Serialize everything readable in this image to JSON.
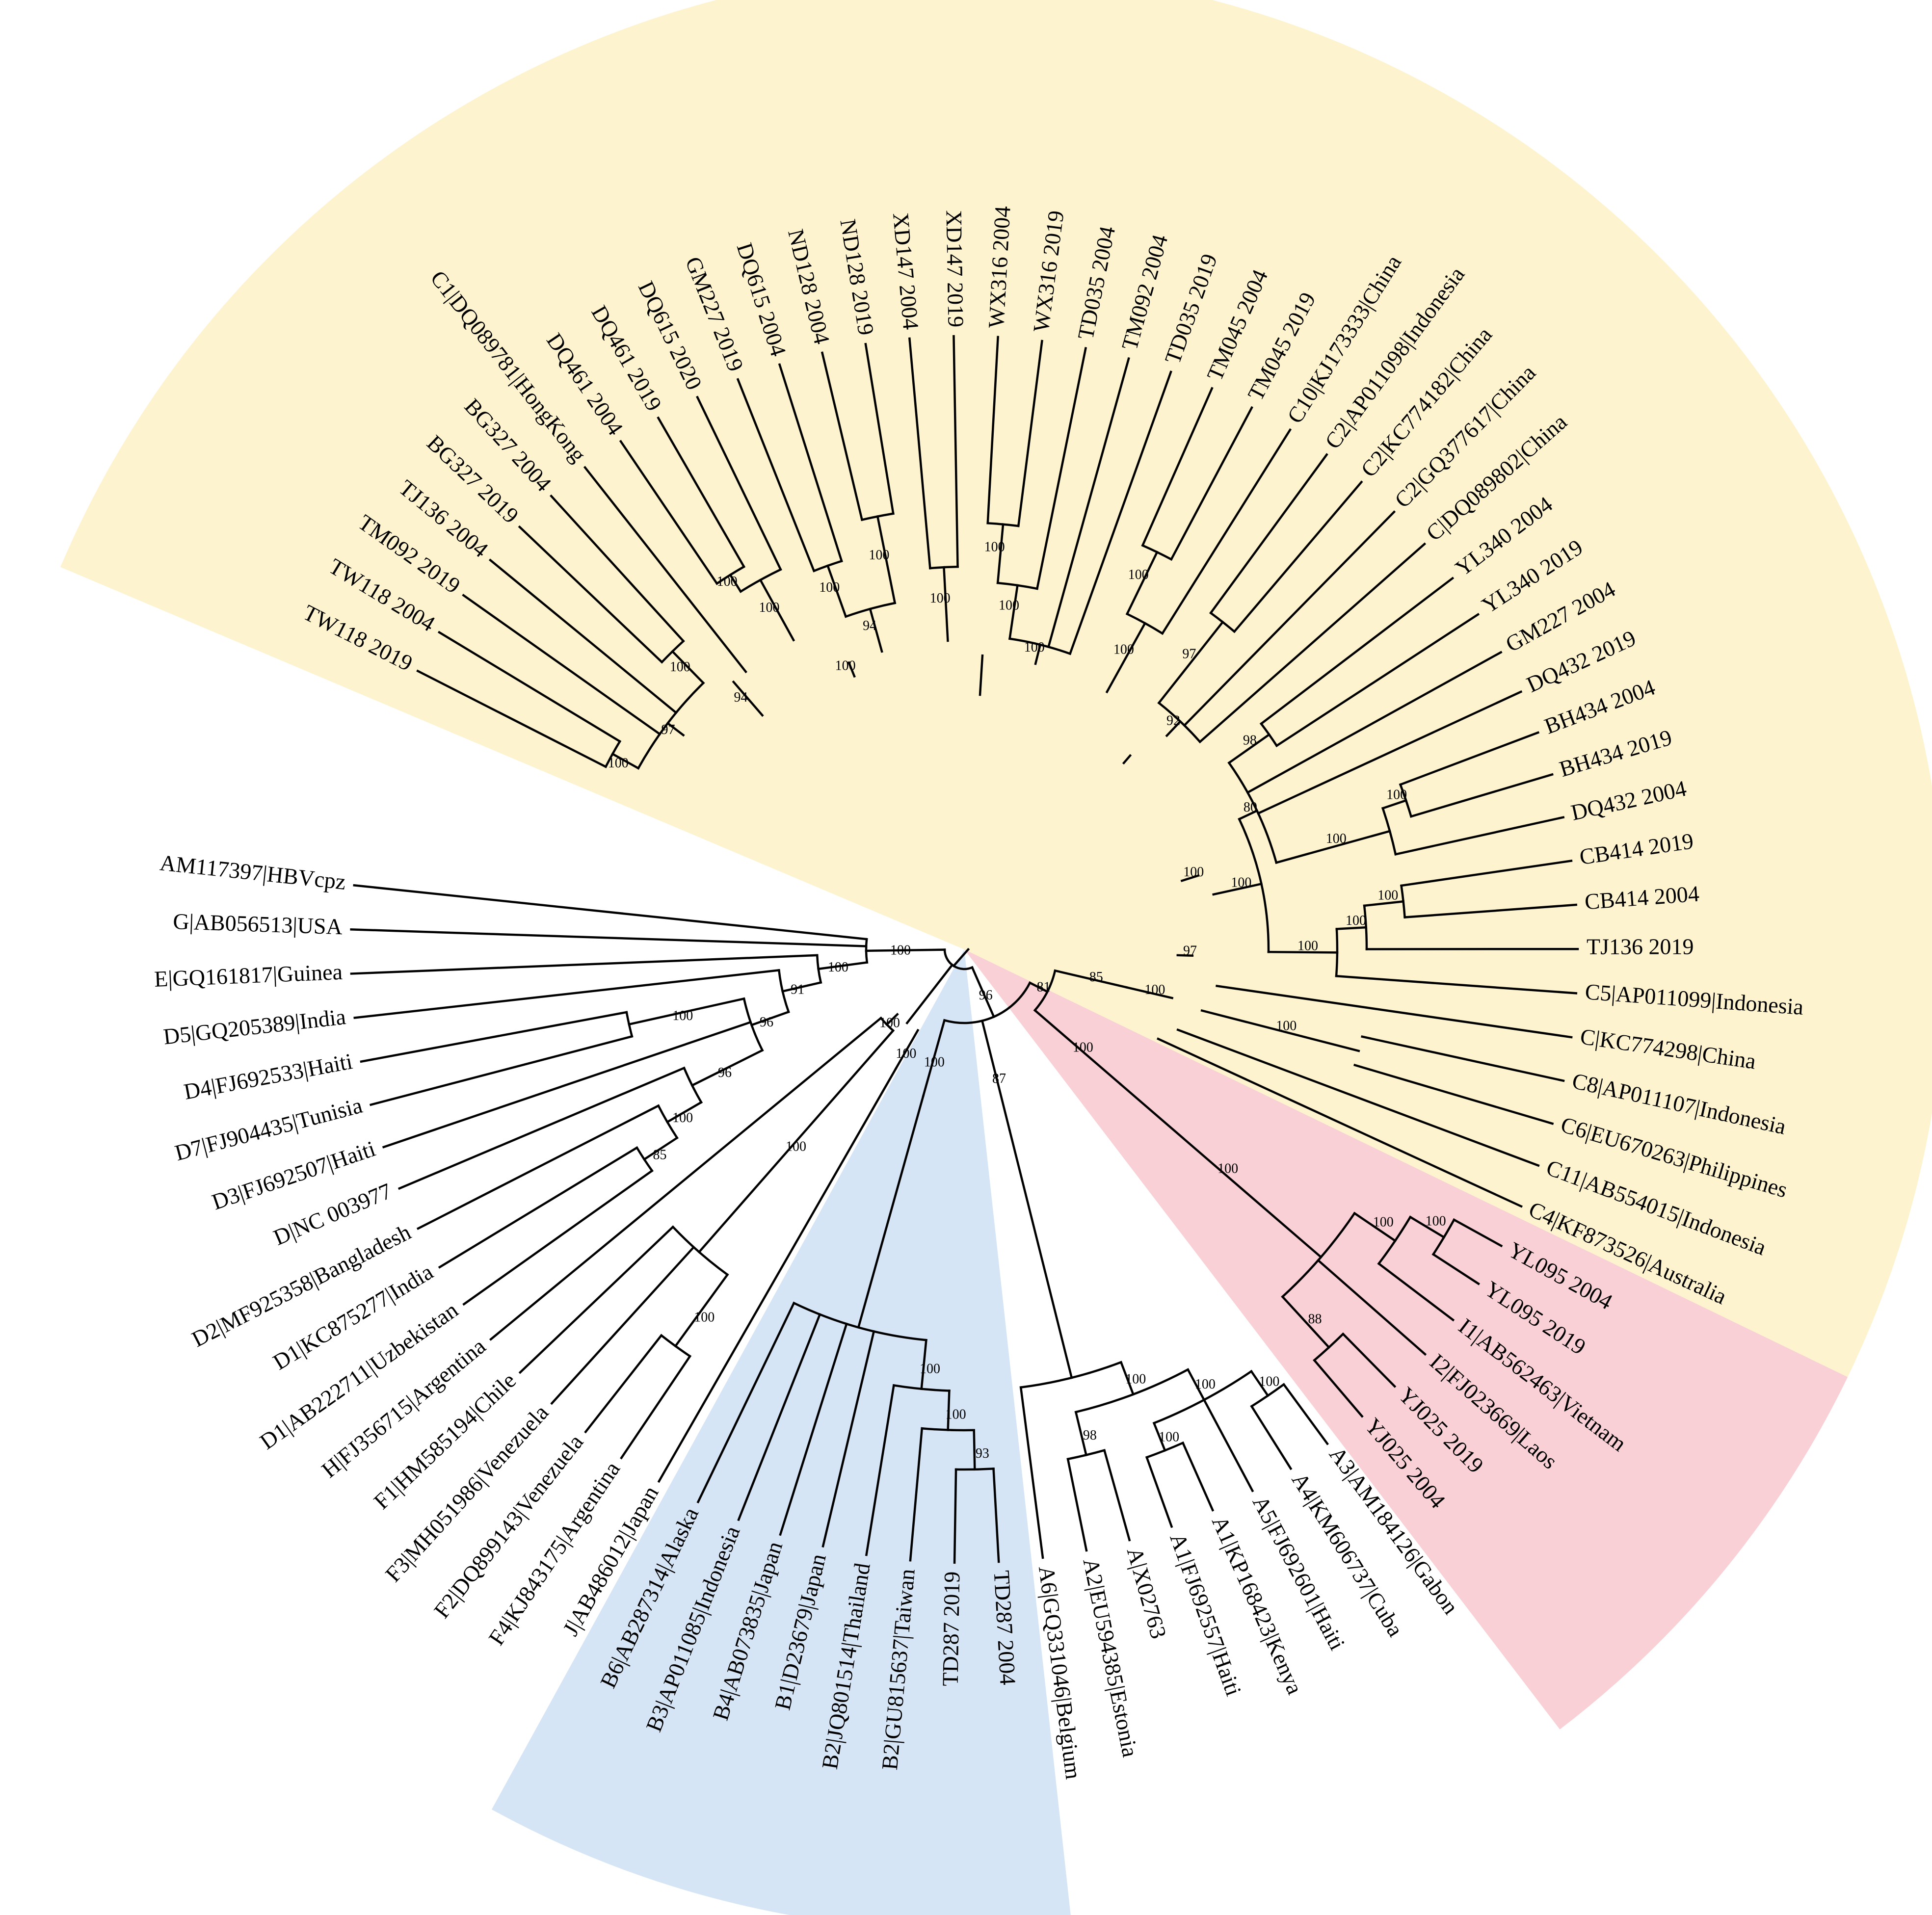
{
  "tree": {
    "leaves": [
      "TW118 2019",
      "TW118 2004",
      "TM092 2019",
      "TJ136 2004",
      "BG327 2019",
      "BG327 2004",
      "C1|DQ089781|HongKong",
      "DQ461 2004",
      "DQ461 2019",
      "DQ615 2020",
      "GM227 2019",
      "DQ615 2004",
      "ND128 2004",
      "ND128 2019",
      "XD147 2004",
      "XD147 2019",
      "WX316 2004",
      "WX316 2019",
      "TD035 2004",
      "TM092 2004",
      "TD035 2019",
      "TM045 2004",
      "TM045 2019",
      "C10|KJ173333|China",
      "C2|AP011098|Indonesia",
      "C2|KC774182|China",
      "C2|GQ377617|China",
      "C|DQ089802|China",
      "YL340 2004",
      "YL340 2019",
      "GM227 2004",
      "DQ432 2019",
      "BH434 2004",
      "BH434 2019",
      "DQ432 2004",
      "CB414 2019",
      "CB414 2004",
      "TJ136 2019",
      "C5|AP011099|Indonesia",
      "C|KC774298|China",
      "C8|AP011107|Indonesia",
      "C6|EU670263|Philippines",
      "C11|AB554015|Indonesia",
      "C4|KF873526|Australia",
      "YL095 2004",
      "YL095 2019",
      "I1|AB562463|Vietnam",
      "I2|FJ023669|Laos",
      "YJ025 2019",
      "YJ025 2004",
      "A3|AM184126|Gabon",
      "A4|KM606737|Cuba",
      "A5|FJ692601|Haiti",
      "A1|KP168423|Kenya",
      "A1|FJ692557|Haiti",
      "A|X02763",
      "A2|EU594385|Estonia",
      "A6|GQ331046|Belgium",
      "TD287 2004",
      "TD287 2019",
      "B2|GU815637|Taiwan",
      "B2|JQ801514|Thailand",
      "B1|D23679|Japan",
      "B4|AB073835|Japan",
      "B3|AP011085|Indonesia",
      "B6|AB287314|Alaska",
      "J|AB486012|Japan",
      "F4|KJ843175|Argentina",
      "F2|DQ899143|Venezuela",
      "F3|MH051986|Venezuela",
      "F1|HM585194|Chile",
      "H|FJ356715|Argentina",
      "D1|AB222711|Uzbekistan",
      "D1|KC875277|India",
      "D2|MF925358|Bangladesh",
      "D|NC 003977",
      "D3|FJ692507|Haiti",
      "D7|FJ904435|Tunisia",
      "D4|FJ692533|Haiti",
      "D5|GQ205389|India",
      "E|GQ161817|Guinea",
      "G|AB056513|USA",
      "AM117397|HBVcpz"
    ],
    "bootstrap_values": [
      "100",
      "97",
      "100",
      "94",
      "100",
      "100",
      "94",
      "100",
      "100",
      "100",
      "100",
      "100",
      "100",
      "92",
      "100",
      "97",
      "100",
      "100",
      "100",
      "100",
      "100",
      "100",
      "98",
      "80",
      "100",
      "100",
      "100",
      "97",
      "100",
      "85",
      "81",
      "96",
      "100",
      "100",
      "100",
      "100",
      "88",
      "87",
      "100",
      "100",
      "100",
      "100",
      "98",
      "100",
      "100",
      "100",
      "93",
      "100",
      "100",
      "100",
      "100",
      "85",
      "100",
      "96",
      "100",
      "96",
      "100",
      "100",
      "91"
    ]
  },
  "colors": {
    "genotype_c_shade": "#fdf4cf",
    "genotype_b_shade": "#d5e5f6",
    "genotype_i_shade": "#f8d0d5",
    "branch": "#000000"
  }
}
